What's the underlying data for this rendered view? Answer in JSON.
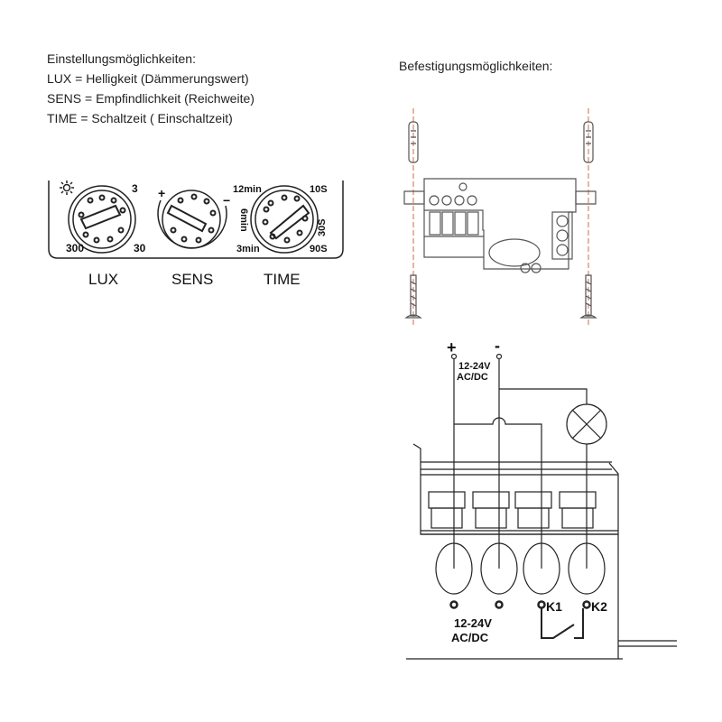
{
  "settings": {
    "title": "Einstellungsmöglichkeiten:",
    "lines": [
      "LUX = Helligkeit (Dämmerungswert)",
      "SENS = Empfindlichkeit (Reichweite)",
      "TIME = Schaltzeit ( Einschaltzeit)"
    ]
  },
  "dials": {
    "lux": {
      "label": "LUX",
      "max": "3",
      "mid": "30",
      "min": "300",
      "icon": "sun-icon"
    },
    "sens": {
      "label": "SENS",
      "plus": "+",
      "minus": "−"
    },
    "time": {
      "label": "TIME",
      "t1": "10S",
      "t2": "30S",
      "t3": "90S",
      "t4": "3min",
      "t5": "6min",
      "t6": "12min"
    }
  },
  "mounting": {
    "title": "Befestigungsmöglichkeiten:"
  },
  "wiring": {
    "plus": "+",
    "minus": "-",
    "supply_top": [
      "12-24V",
      "AC/DC"
    ],
    "supply_bottom": [
      "12-24V",
      "AC/DC"
    ],
    "k1": "K1",
    "k2": "K2"
  },
  "colors": {
    "guide_line": "#d9826a",
    "line": "#222222"
  }
}
